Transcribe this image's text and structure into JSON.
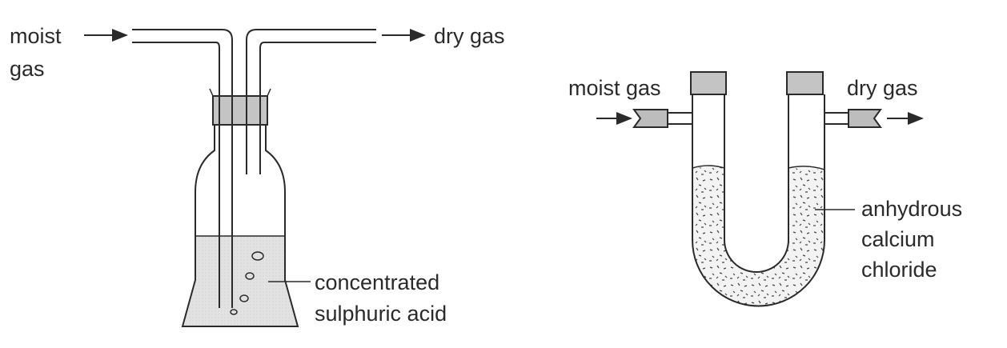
{
  "diagram": {
    "left": {
      "inlet_label_line1": "moist",
      "inlet_label_line2": "gas",
      "outlet_label": "dry gas",
      "reagent_label_line1": "concentrated",
      "reagent_label_line2": "sulphuric acid"
    },
    "right": {
      "inlet_label": "moist gas",
      "outlet_label": "dry gas",
      "reagent_label_line1": "anhydrous",
      "reagent_label_line2": "calcium",
      "reagent_label_line3": "chloride"
    }
  },
  "colors": {
    "ink": "#2a2a2a",
    "liquid": "#dcdcdc",
    "stopper": "#bdbdbd",
    "granules_fill": "#f2f2f2"
  }
}
